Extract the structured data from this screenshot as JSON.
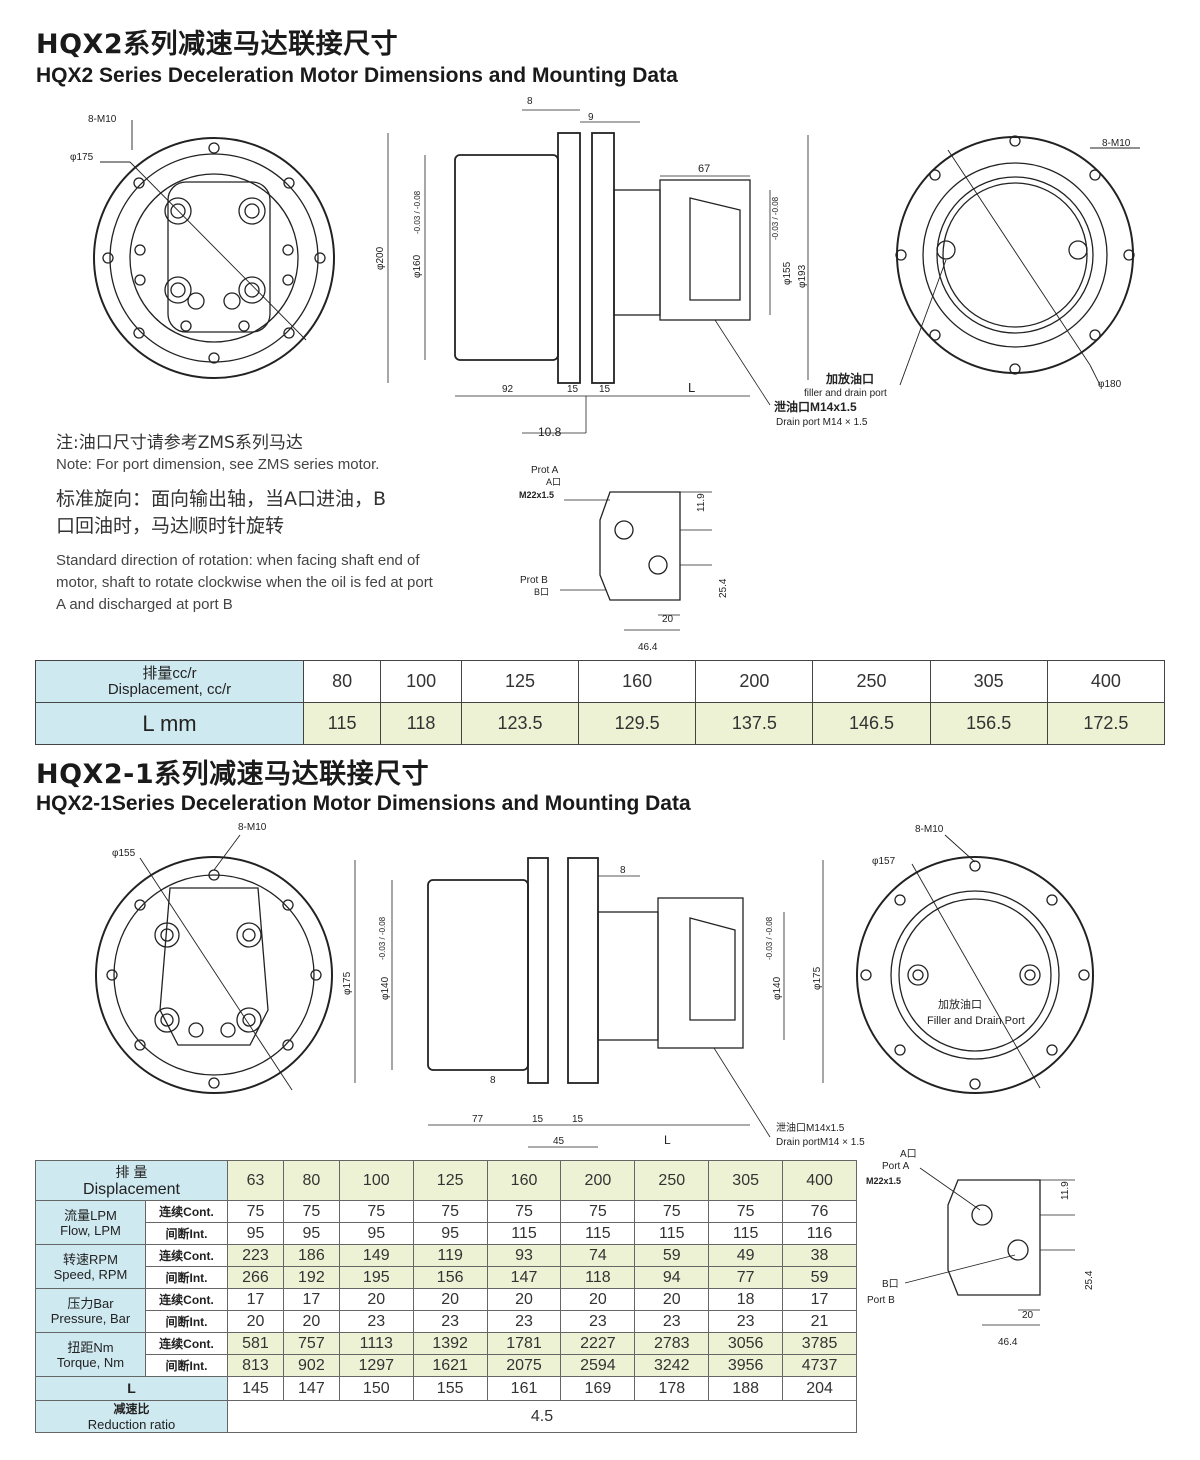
{
  "section1": {
    "title_cn": "HQX2系列减速马达联接尺寸",
    "title_en": "HQX2 Series Deceleration Motor Dimensions and Mounting Data",
    "drawing": {
      "front_label_bolts": "8-M10",
      "front_label_dia": "φ175",
      "side_dim_8": "8",
      "side_dim_9": "9",
      "side_dim_67": "67",
      "side_dim_200": "φ200",
      "side_dim_160": "φ160",
      "side_tol_160": "-0.03 / -0.08",
      "side_dim_155": "φ155",
      "side_tol_155": "-0.03 / -0.08",
      "side_dim_193": "φ193",
      "side_dim_92": "92",
      "side_dim_15a": "15",
      "side_dim_15b": "15",
      "side_dim_L": "L",
      "side_dim_108": "10.8",
      "rear_label_bolts": "8-M10",
      "rear_label_dia": "φ180",
      "filler_cn": "加放油口",
      "filler_en": "filler and drain port",
      "drain_cn": "泄油口M14x1.5",
      "drain_en": "Drain port M14 × 1.5"
    },
    "notes": {
      "note_cn": "注:油口尺寸请参考ZMS系列马达",
      "note_en": "Note: For port dimension, see ZMS series motor.",
      "rotation_cn_1": "标准旋向：面向输出轴，当A口进油，B",
      "rotation_cn_2": "口回油时，马达顺时针旋转",
      "rotation_en_1": "Standard direction of rotation: when facing shaft end of",
      "rotation_en_2": "motor, shaft to rotate clockwise when  the oil is fed at port",
      "rotation_en_3": "A and discharged at port B"
    },
    "port_detail": {
      "port_a_en": "Prot A",
      "port_a_cn": "A口",
      "port_a_thread": "M22x1.5",
      "port_b_en": "Prot B",
      "port_b_cn": "B口",
      "dim_119": "11.9",
      "dim_254": "25.4",
      "dim_20": "20",
      "dim_464": "46.4"
    },
    "table": {
      "header_cn": "排量cc/r",
      "header_en": "Displacement, cc/r",
      "row_label": "L mm",
      "displacements": [
        "80",
        "100",
        "125",
        "160",
        "200",
        "250",
        "305",
        "400"
      ],
      "lengths": [
        "115",
        "118",
        "123.5",
        "129.5",
        "137.5",
        "146.5",
        "156.5",
        "172.5"
      ]
    }
  },
  "section2": {
    "title_cn": "HQX2-1系列减速马达联接尺寸",
    "title_en": "HQX2-1Series Deceleration Motor Dimensions and Mounting Data",
    "drawing": {
      "front_label_bolts": "8-M10",
      "front_label_dia": "φ155",
      "side_dim_8top": "8",
      "side_dim_175a": "φ175",
      "side_dim_140a": "φ140",
      "side_tol_140a": "-0.03 / -0.08",
      "side_dim_140b": "φ140",
      "side_tol_140b": "-0.03 / -0.08",
      "side_dim_175b": "φ175",
      "side_dim_8bot": "8",
      "side_dim_77": "77",
      "side_dim_15a": "15",
      "side_dim_15b": "15",
      "side_dim_45": "45",
      "side_dim_L": "L",
      "drain_cn": "泄油口M14x1.5",
      "drain_en": "Drain portM14 × 1.5",
      "rear_label_bolts": "8-M10",
      "rear_label_dia": "φ157",
      "filler_cn": "加放油口",
      "filler_en": "Filler and Drain Port"
    },
    "port_detail": {
      "port_a_cn": "A口",
      "port_a_en": "Port A",
      "port_a_thread": "M22x1.5",
      "port_b_cn": "B口",
      "port_b_en": "Port B",
      "dim_119": "11.9",
      "dim_254": "25.4",
      "dim_20": "20",
      "dim_464": "46.4"
    },
    "table": {
      "disp_cn": "排 量",
      "disp_en": "Displacement",
      "displacements": [
        "63",
        "80",
        "100",
        "125",
        "160",
        "200",
        "250",
        "305",
        "400"
      ],
      "groups": [
        {
          "label_cn": "流量LPM",
          "label_en": "Flow, LPM",
          "rows": [
            {
              "sub": "连续Cont.",
              "values": [
                "75",
                "75",
                "75",
                "75",
                "75",
                "75",
                "75",
                "75",
                "76"
              ]
            },
            {
              "sub": "间断Int.",
              "values": [
                "95",
                "95",
                "95",
                "95",
                "115",
                "115",
                "115",
                "115",
                "116"
              ]
            }
          ]
        },
        {
          "label_cn": "转速RPM",
          "label_en": "Speed, RPM",
          "rows": [
            {
              "sub": "连续Cont.",
              "values": [
                "223",
                "186",
                "149",
                "119",
                "93",
                "74",
                "59",
                "49",
                "38"
              ]
            },
            {
              "sub": "间断Int.",
              "values": [
                "266",
                "192",
                "195",
                "156",
                "147",
                "118",
                "94",
                "77",
                "59"
              ]
            }
          ]
        },
        {
          "label_cn": "压力Bar",
          "label_en": "Pressure, Bar",
          "rows": [
            {
              "sub": "连续Cont.",
              "values": [
                "17",
                "17",
                "20",
                "20",
                "20",
                "20",
                "20",
                "18",
                "17"
              ]
            },
            {
              "sub": "间断Int.",
              "values": [
                "20",
                "20",
                "23",
                "23",
                "23",
                "23",
                "23",
                "23",
                "21"
              ]
            }
          ]
        },
        {
          "label_cn": "扭距Nm",
          "label_en": "Torque, Nm",
          "rows": [
            {
              "sub": "连续Cont.",
              "values": [
                "581",
                "757",
                "1113",
                "1392",
                "1781",
                "2227",
                "2783",
                "3056",
                "3785"
              ]
            },
            {
              "sub": "间断Int.",
              "values": [
                "813",
                "902",
                "1297",
                "1621",
                "2075",
                "2594",
                "3242",
                "3956",
                "4737"
              ]
            }
          ]
        }
      ],
      "l_label": "L",
      "l_values": [
        "145",
        "147",
        "150",
        "155",
        "161",
        "169",
        "178",
        "188",
        "204"
      ],
      "ratio_cn": "减速比",
      "ratio_en": "Reduction ratio",
      "ratio_value": "4.5"
    }
  }
}
